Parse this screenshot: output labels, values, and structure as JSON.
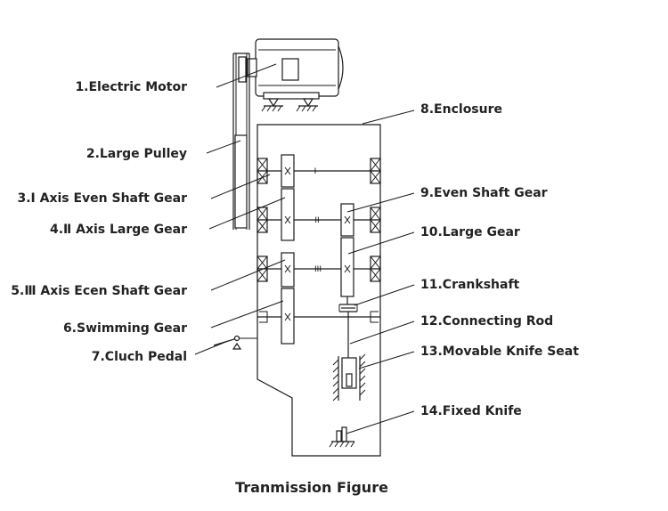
{
  "title": "Tranmission Figure",
  "labels": {
    "electric_motor": "1.Electric Motor",
    "large_pulley": "2.Large Pulley",
    "axis1_even_shaft_gear": "3.Ⅰ Axis Even Shaft Gear",
    "axis2_large_gear": "4.Ⅱ Axis Large Gear",
    "axis3_ecen_shaft_gear": "5.Ⅲ Axis Ecen Shaft Gear",
    "swimming_gear": "6.Swimming Gear",
    "cluch_pedal": "7.Cluch Pedal",
    "enclosure": "8.Enclosure",
    "even_shaft_gear": "9.Even Shaft Gear",
    "large_gear": "10.Large Gear",
    "crankshaft": "11.Crankshaft",
    "connecting_rod": "12.Connecting Rod",
    "movable_knife_seat": "13.Movable Knife Seat",
    "fixed_knife": "14.Fixed Knife"
  },
  "shaft_marks": {
    "shaft1": "I",
    "shaft2": "II",
    "shaft3": "III"
  },
  "colors": {
    "line": "#1a1a1a",
    "text": "#222222",
    "background": "#ffffff"
  }
}
